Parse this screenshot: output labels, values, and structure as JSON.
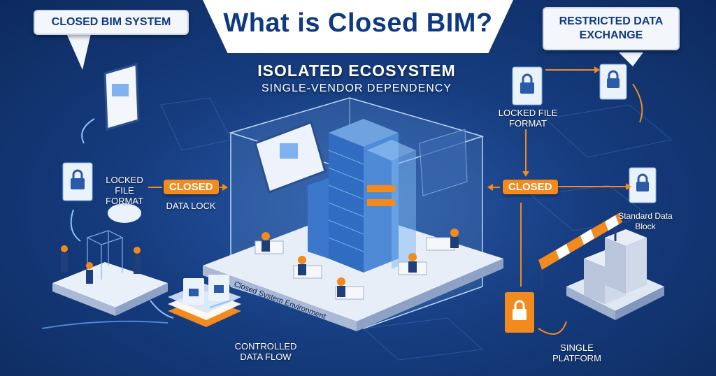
{
  "title": "What is Closed BIM?",
  "callouts": {
    "left": "Closed BIM System",
    "right": "Restricted Data Exchange"
  },
  "ecosystem": {
    "heading": "Isolated Ecosystem",
    "subheading": "Single-Vendor Dependency"
  },
  "labels": {
    "locked_file_format_left": "Locked File Format",
    "closed_left": "CLOSED",
    "data_lock": "Data Lock",
    "controlled_data_flow": "Controlled Data Flow",
    "closed_system_environment": "Closed System Environment",
    "locked_file_format_right": "Locked File Format",
    "closed_right": "CLOSED",
    "standard_data_block": "Standard Data Block",
    "single_platform": "Single Platform"
  },
  "colors": {
    "accent": "#f28a1d",
    "navy": "#0f3a82",
    "background": "#163d80"
  }
}
